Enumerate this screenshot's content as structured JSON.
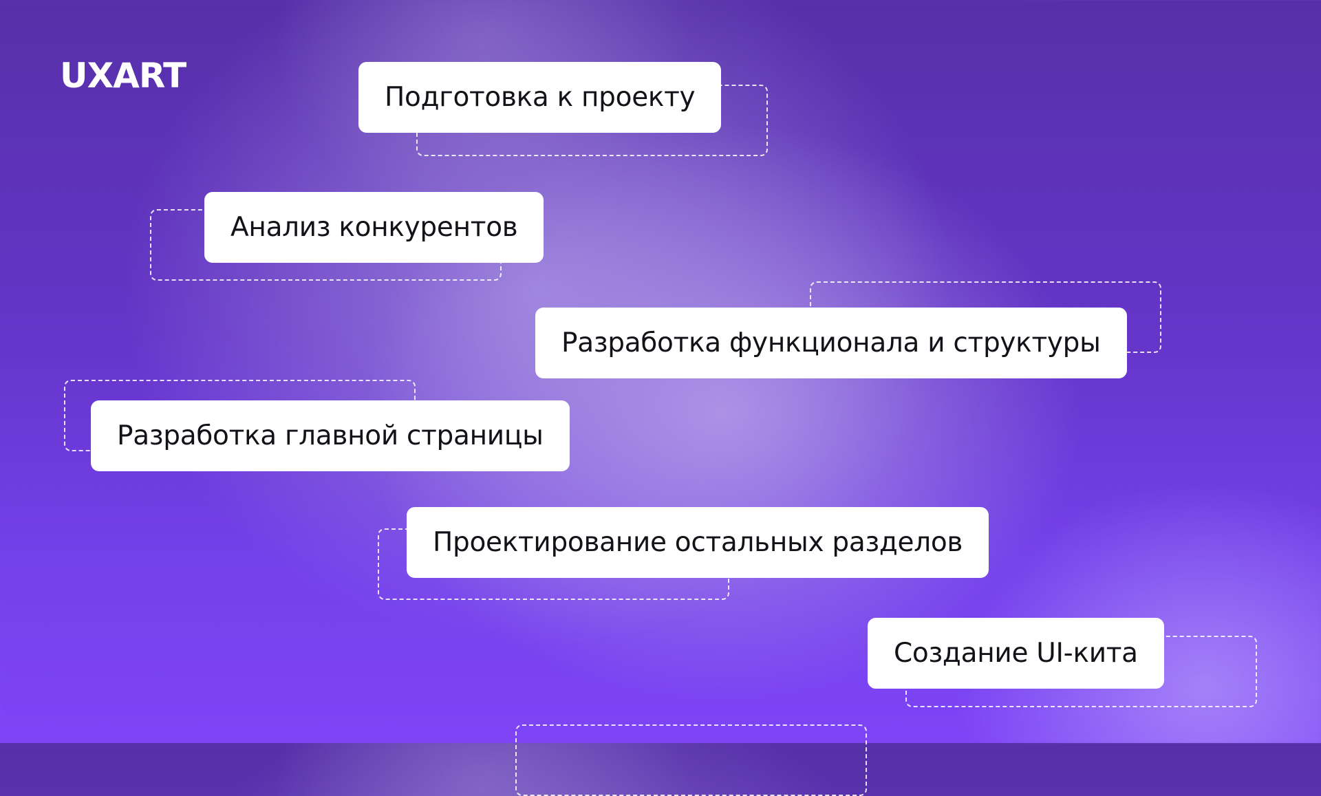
{
  "brand": {
    "logo_text": "UXART"
  },
  "steps": [
    {
      "label": "Подготовка к проекту"
    },
    {
      "label": "Анализ конкурентов"
    },
    {
      "label": "Разработка функционала и структуры"
    },
    {
      "label": "Разработка главной страницы"
    },
    {
      "label": "Проектирование остальных разделов"
    },
    {
      "label": "Создание UI-кита"
    }
  ],
  "colors": {
    "background_top": "#5630a8",
    "background_bottom": "#7e44f6",
    "card_background": "#ffffff",
    "card_text": "#121218",
    "dashed_outline": "#ffffff"
  }
}
